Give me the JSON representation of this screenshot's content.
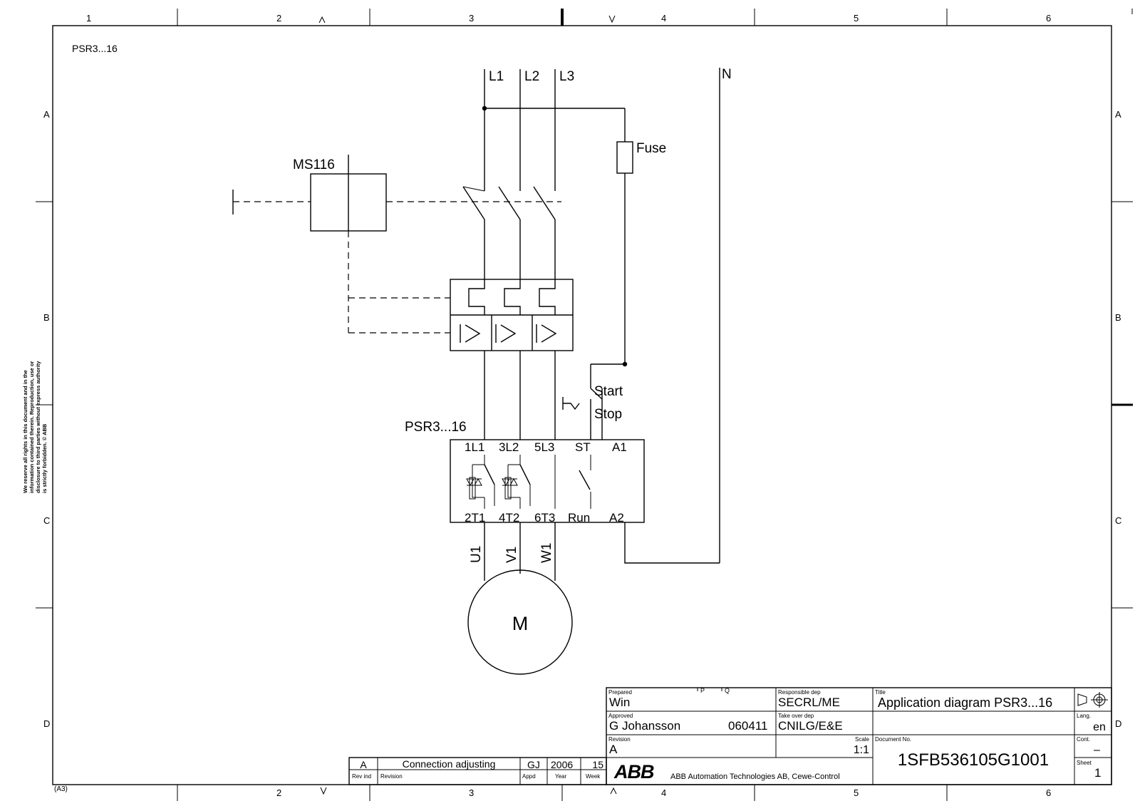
{
  "grid": {
    "columns": [
      "1",
      "2",
      "3",
      "4",
      "5",
      "6"
    ],
    "rows": [
      "A",
      "B",
      "C",
      "D"
    ],
    "sheet_size": "(A3)"
  },
  "copyright_note": [
    "We reserve all rights in this document and in the",
    "information contained therein. Reproduction, use or",
    "disclosure to third parties without express authority",
    "is strictly forbidden. © ABB"
  ],
  "diagram": {
    "corner_label": "PSR3...16",
    "lines": [
      "L1",
      "L2",
      "L3",
      "N"
    ],
    "fuse_label": "Fuse",
    "breaker_label": "MS116",
    "start_label": "Start",
    "stop_label": "Stop",
    "softstarter_label": "PSR3...16",
    "terminals_top": [
      "1L1",
      "3L2",
      "5L3",
      "ST",
      "A1"
    ],
    "terminals_bottom": [
      "2T1",
      "4T2",
      "6T3",
      "Run",
      "A2"
    ],
    "motor_terminals": [
      "U1",
      "V1",
      "W1"
    ],
    "motor_label": "M"
  },
  "title_block": {
    "prepared_caption": "Prepared",
    "prepared_value": "Win",
    "p_caption": "P",
    "q_caption": "Q",
    "approved_caption": "Approved",
    "approved_value": "G Johansson",
    "approved_date": "060411",
    "revision_caption": "Revision",
    "revision_value": "A",
    "responsible_caption": "Responsible dep",
    "responsible_value": "SECRL/ME",
    "takeover_caption": "Take over dep",
    "takeover_value": "CNILG/E&E",
    "scale_caption": "Scale",
    "scale_value": "1:1",
    "title_caption": "Title",
    "title_value": "Application diagram PSR3...16",
    "docno_caption": "Document No.",
    "docno_value": "1SFB536105G1001",
    "lang_caption": "Lang.",
    "lang_value": "en",
    "cont_caption": "Cont.",
    "cont_value": "–",
    "sheet_caption": "Sheet",
    "sheet_value": "1",
    "logo_text": "ABB",
    "company": "ABB Automation Technologies AB, Cewe-Control"
  },
  "revision_table": {
    "rev_ind": "A",
    "revision": "Connection adjusting",
    "appd": "GJ",
    "year": "2006",
    "week": "15",
    "rev_ind_caption": "Rev ind",
    "revision_caption": "Revision",
    "appd_caption": "Appd",
    "year_caption": "Year",
    "week_caption": "Week"
  }
}
